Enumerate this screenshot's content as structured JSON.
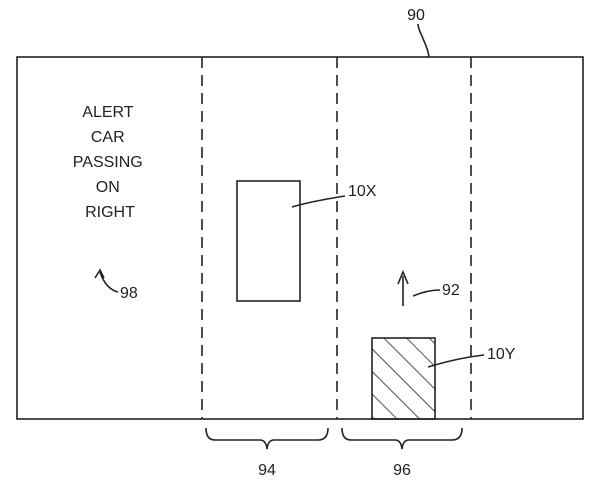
{
  "figure": {
    "alert_lines": [
      "ALERT",
      "CAR",
      "PASSING",
      "ON",
      "RIGHT"
    ],
    "labels": {
      "display": "90",
      "direction_arrow": "92",
      "left_lane_region": "94",
      "right_lane_region": "96",
      "alert_indicator": "98",
      "vehicle_outline": "10X",
      "vehicle_hatched": "10Y"
    },
    "colors": {
      "line": "#222222",
      "background": "#ffffff"
    }
  }
}
